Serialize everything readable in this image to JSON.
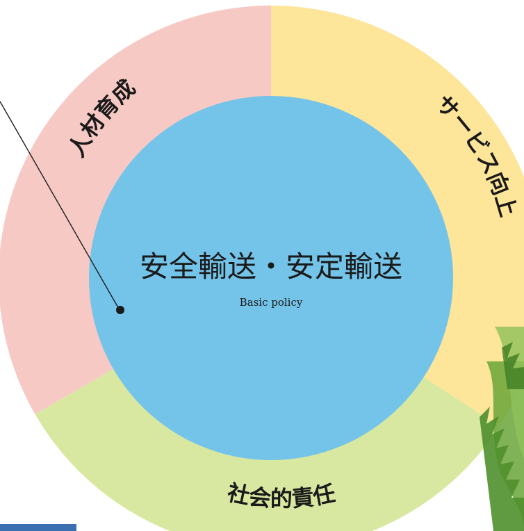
{
  "center": {
    "title": "安全輸送・安定輸送",
    "subtitle": "Basic policy"
  },
  "segments": [
    {
      "id": "jinzai",
      "label": "人材育成",
      "color": "#f7c9c4"
    },
    {
      "id": "service",
      "label": "サービス向上",
      "color": "#fde59a"
    },
    {
      "id": "shakai",
      "label": "社会的責任",
      "color": "#d9e8a1"
    }
  ],
  "colors": {
    "center_fill": "#74c4ea",
    "leaf_green": "#6aa63a",
    "leaf_dark": "#3f7d22",
    "bottom_tab": "#3a6fb0",
    "leader_line": "#1a1a1a"
  }
}
